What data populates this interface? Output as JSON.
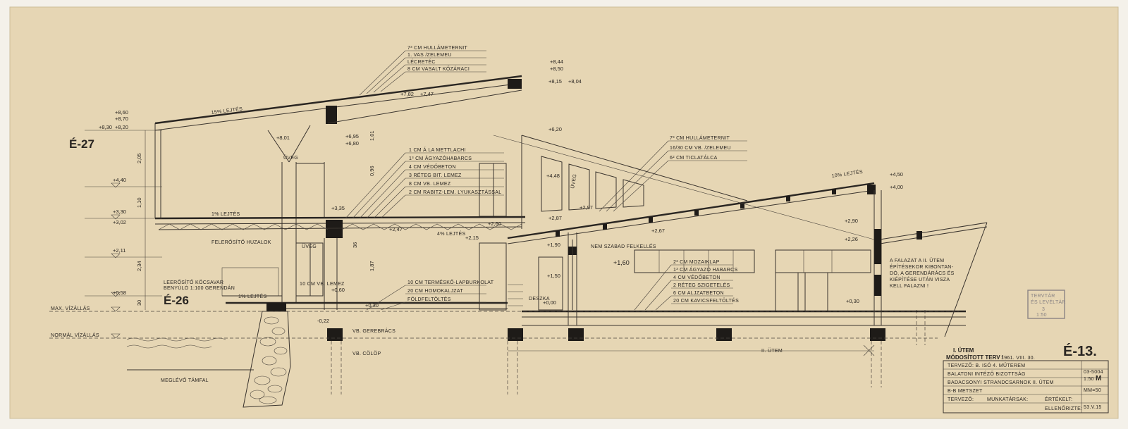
{
  "colors": {
    "paper": "#e6d6b4",
    "ink": "#2a2622",
    "stamp": "#8a8484"
  },
  "roof_left_layers": [
    "7³ CM HULLÁMETERNIT",
    "1. VAS /ZELEMEU",
    "LÉCRETÉC",
    "8 CM VASALT KŐZÁRACI"
  ],
  "roof_right_layers": [
    "7³ CM HULLÁMETERNIT",
    "16/30 CM VB. /ZELEMEU",
    "6² CM TICLATÁLCA"
  ],
  "floor_layers": [
    "1 CM Á LA METTLACHI",
    "1³ CM ÁGYAZÓHABARCS",
    "4 CM VÉDŐBETON",
    "3 RÉTEG BIT. LEMEZ",
    "8 CM VB. LEMEZ",
    "2 CM RABITZ-LEM. LYUKASZTÁSSAL"
  ],
  "ground_layers": [
    "10 CM TERMÉSKŐ-LAPBURKOLAT",
    "20 CM HOMOKALJZAT",
    "FÖLDFELTÖLTÉS"
  ],
  "interior_layers": [
    "2³ CM MOZAIKLAP",
    "1³ CM ÁGYAZÓ HABARCS",
    "4 CM VÉDŐBETON",
    "2 RÉTEG SZIGETELÉS",
    "6 CM ALJZATBETON",
    "20 CM KAVICSFELTÖLTÉS"
  ],
  "labels": {
    "slope_15_left": "15% LEJTÉS",
    "slope_15_right": "10% LEJTÉS",
    "slope_1": "1% LEJTÉS",
    "slope_1_low": "1% LEJTÉS",
    "slope_4": "4% LEJTÉS",
    "hanger": "FELERŐSÍTŐ HUZALOK",
    "lamp_1": "LEERŐSÍTŐ KÖCSAVAR",
    "lamp_2": "BENYÚLÓ 1:100 GERENDÁN",
    "slab": "10 CM VB. LEMEZ",
    "raster": "VB. GEREBRÁCS",
    "pile": "VB. CÖLÖP",
    "abutment": "MEGLÉVŐ TÁMFAL",
    "max_water": "MAX. VÍZÁLLÁS",
    "normal_water": "NORMÁL VÍZÁLLÁS",
    "free_view": "NEM SZABAD FELKELLÉS",
    "stage_2": "II. ÜTEM",
    "note": [
      "A FALAZAT A II. ÜTEM",
      "ÉPÍTÉSEKOR KIBONTAN-",
      "DÓ, A GERENDÁRÁCS ÉS",
      "KIÉPÍTÉSE UTÁN VISZA",
      "KELL FALAZNI !"
    ],
    "uveg_1": "ÜVEG",
    "uveg_2": "ÜVEG",
    "uveg_3": "ÜVEG",
    "deszka": "DESZKA",
    "e27": "É-27",
    "e26": "É-26",
    "e13": "É-13."
  },
  "levels": [
    "+8,60",
    "+8,70",
    "+8,30",
    "+8,20",
    "+8,01",
    "+7,82",
    "+7,47",
    "+8,44",
    "+8,50",
    "+8,15",
    "+8,04",
    "+6,95",
    "+6,80",
    "+6,20",
    "+4,40",
    "+4,48",
    "+3,30",
    "+3,35",
    "+3,02",
    "+2,97",
    "+2,87",
    "+2,67",
    "+2,47",
    "+2,60",
    "+2,15",
    "+2,11",
    "+1,90",
    "+1,60",
    "+1,50",
    "+0,58",
    "+0,60",
    "+0,30",
    "+0,00",
    "-0,22",
    "+4,50",
    "+4,00",
    "+2,90",
    "+2,26",
    "+0,30"
  ],
  "dims": [
    "2,05",
    "1,10",
    "2,34",
    "30",
    "1,01",
    "0,96",
    "36",
    "1,87"
  ],
  "title_block": {
    "stage_1": "I. ÜTEM",
    "modified": "MÓDOSÍTOTT TERV !",
    "date": "1961. VIII. 30.",
    "rows": [
      "TERVEZŐ: B. ISÓ 4. MŰTEREM",
      "BALATONI INTÉZŐ BIZOTTSÁG",
      "BADACSONYI STRANDCSARNOK II. ÜTEM",
      "B-B METSZET"
    ],
    "footer": [
      "TERVEZŐ:",
      "MUNKATÁRSAK:",
      "ÉRTÉKELT:",
      "ELLENŐRIZTE:"
    ],
    "code": "03-5004",
    "scale": "1:50",
    "m": "M",
    "mm": "MM=50",
    "num": "53.V.15"
  },
  "stamp": [
    "TERVTÁR",
    "ÉS LEVÉLTÁR",
    "3",
    "1:50"
  ]
}
